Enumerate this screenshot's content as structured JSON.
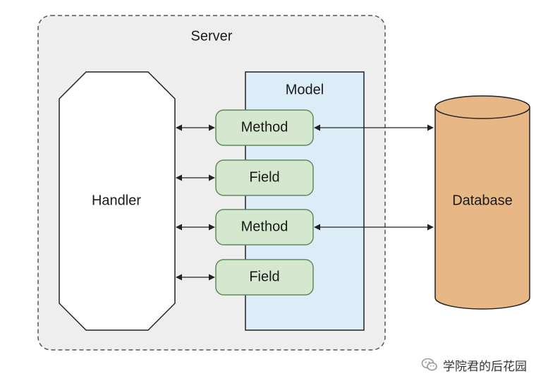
{
  "server": {
    "label": "Server"
  },
  "handler": {
    "label": "Handler"
  },
  "model": {
    "label": "Model",
    "members": [
      {
        "label": "Method",
        "kind": "method"
      },
      {
        "label": "Field",
        "kind": "field"
      },
      {
        "label": "Method",
        "kind": "method"
      },
      {
        "label": "Field",
        "kind": "field"
      }
    ]
  },
  "database": {
    "label": "Database"
  },
  "watermark": {
    "text": "学院君的后花园",
    "icon": "wechat-icon"
  },
  "colors": {
    "server_fill": "#eeeeee",
    "server_border": "#555555",
    "model_fill": "#dcedf8",
    "member_fill": "#d5e8cf",
    "member_border": "#5f8a5a",
    "database_fill": "#e8b786",
    "outline": "#222222"
  }
}
